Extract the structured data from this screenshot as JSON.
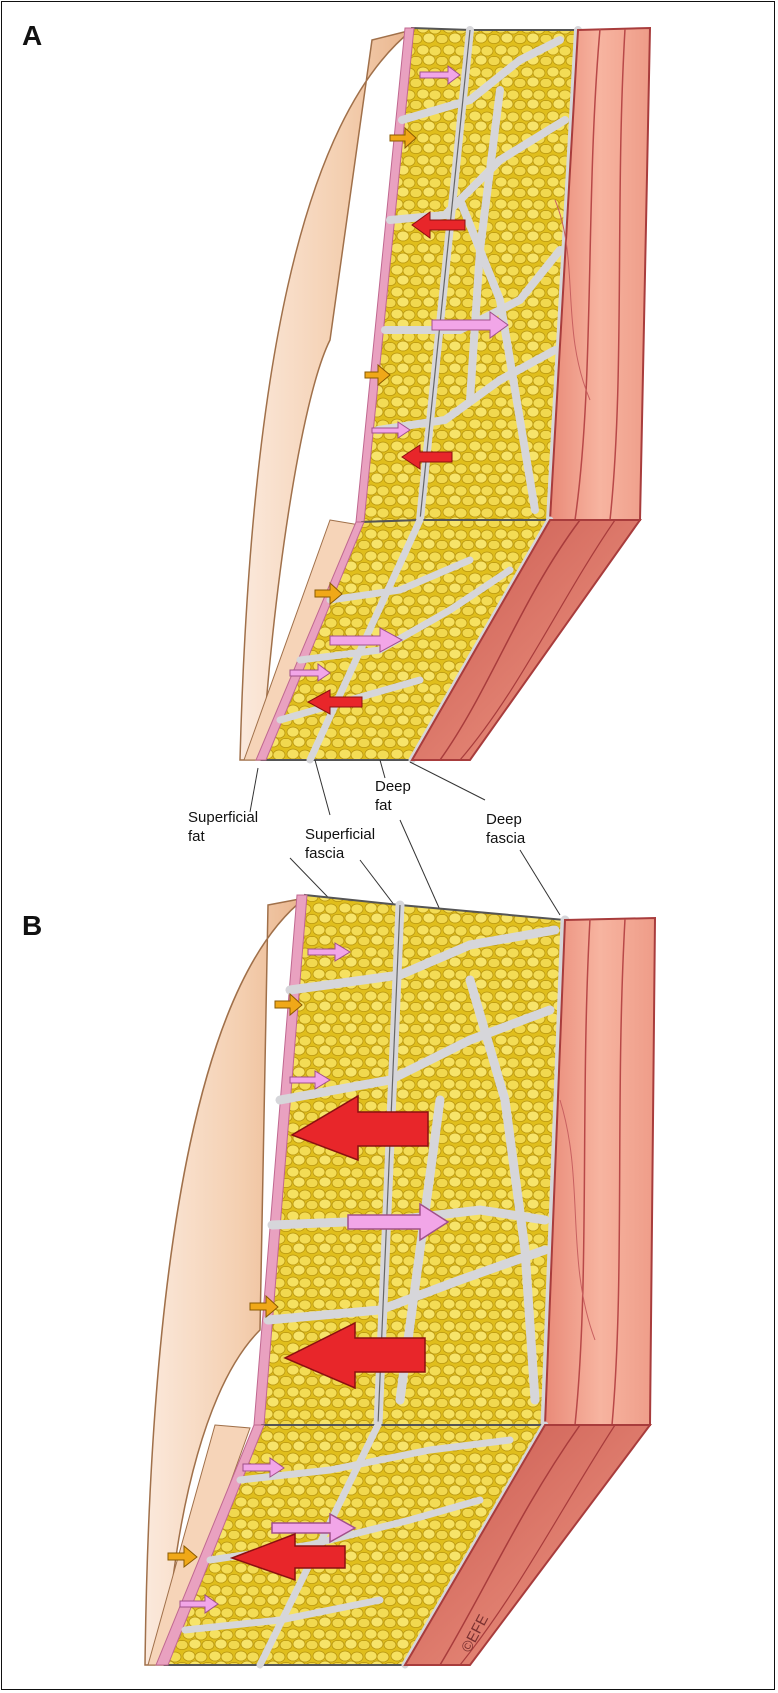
{
  "panels": {
    "a": {
      "letter": "A"
    },
    "b": {
      "letter": "B"
    }
  },
  "labels": {
    "superficial_fat": "Superficial\nfat",
    "superficial_fascia": "Superficial\nfascia",
    "deep_fat": "Deep\nfat",
    "deep_fascia": "Deep\nfascia"
  },
  "signature": "©EFE",
  "colors": {
    "skin": "#f2c9a6",
    "dermis": "#e9a1c0",
    "fat": "#ecd33a",
    "fascia": "#d9d9dc",
    "muscle": "#f0a08a",
    "muscle_dark": "#c25050",
    "arrow_red": "#e8262a",
    "arrow_pink": "#f2a6e8",
    "arrow_orange": "#f0a818"
  }
}
